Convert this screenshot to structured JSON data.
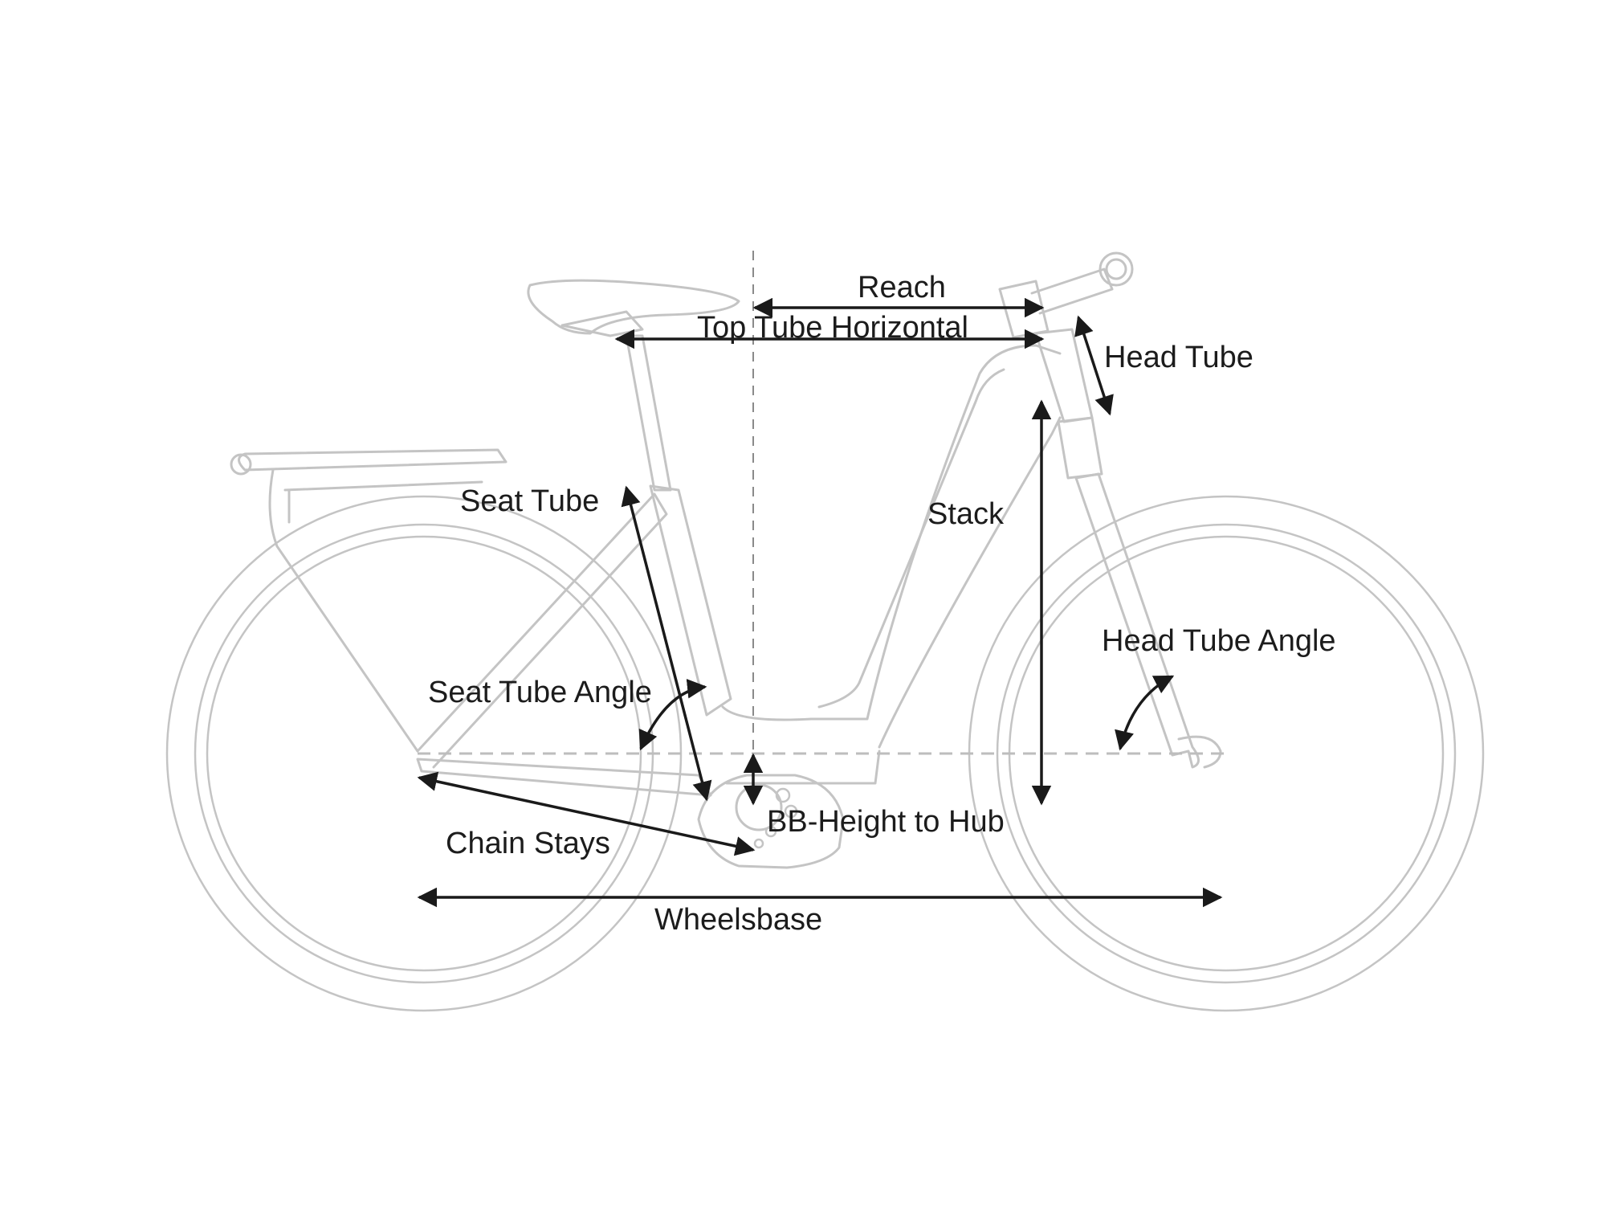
{
  "labels": {
    "reach": "Reach",
    "top_tube_horizontal": "Top Tube Horizontal",
    "head_tube": "Head Tube",
    "seat_tube": "Seat Tube",
    "stack": "Stack",
    "head_tube_angle": "Head Tube Angle",
    "seat_tube_angle": "Seat Tube Angle",
    "bb_height_to_hub": "BB-Height to Hub",
    "chain_stays": "Chain Stays",
    "wheelbase": "Wheelsbase"
  },
  "colors": {
    "frame_lines": "#c4c4c4",
    "dimension_arrows": "#1a1a1a",
    "label_text": "#1c1c1c",
    "background": "#ffffff"
  }
}
